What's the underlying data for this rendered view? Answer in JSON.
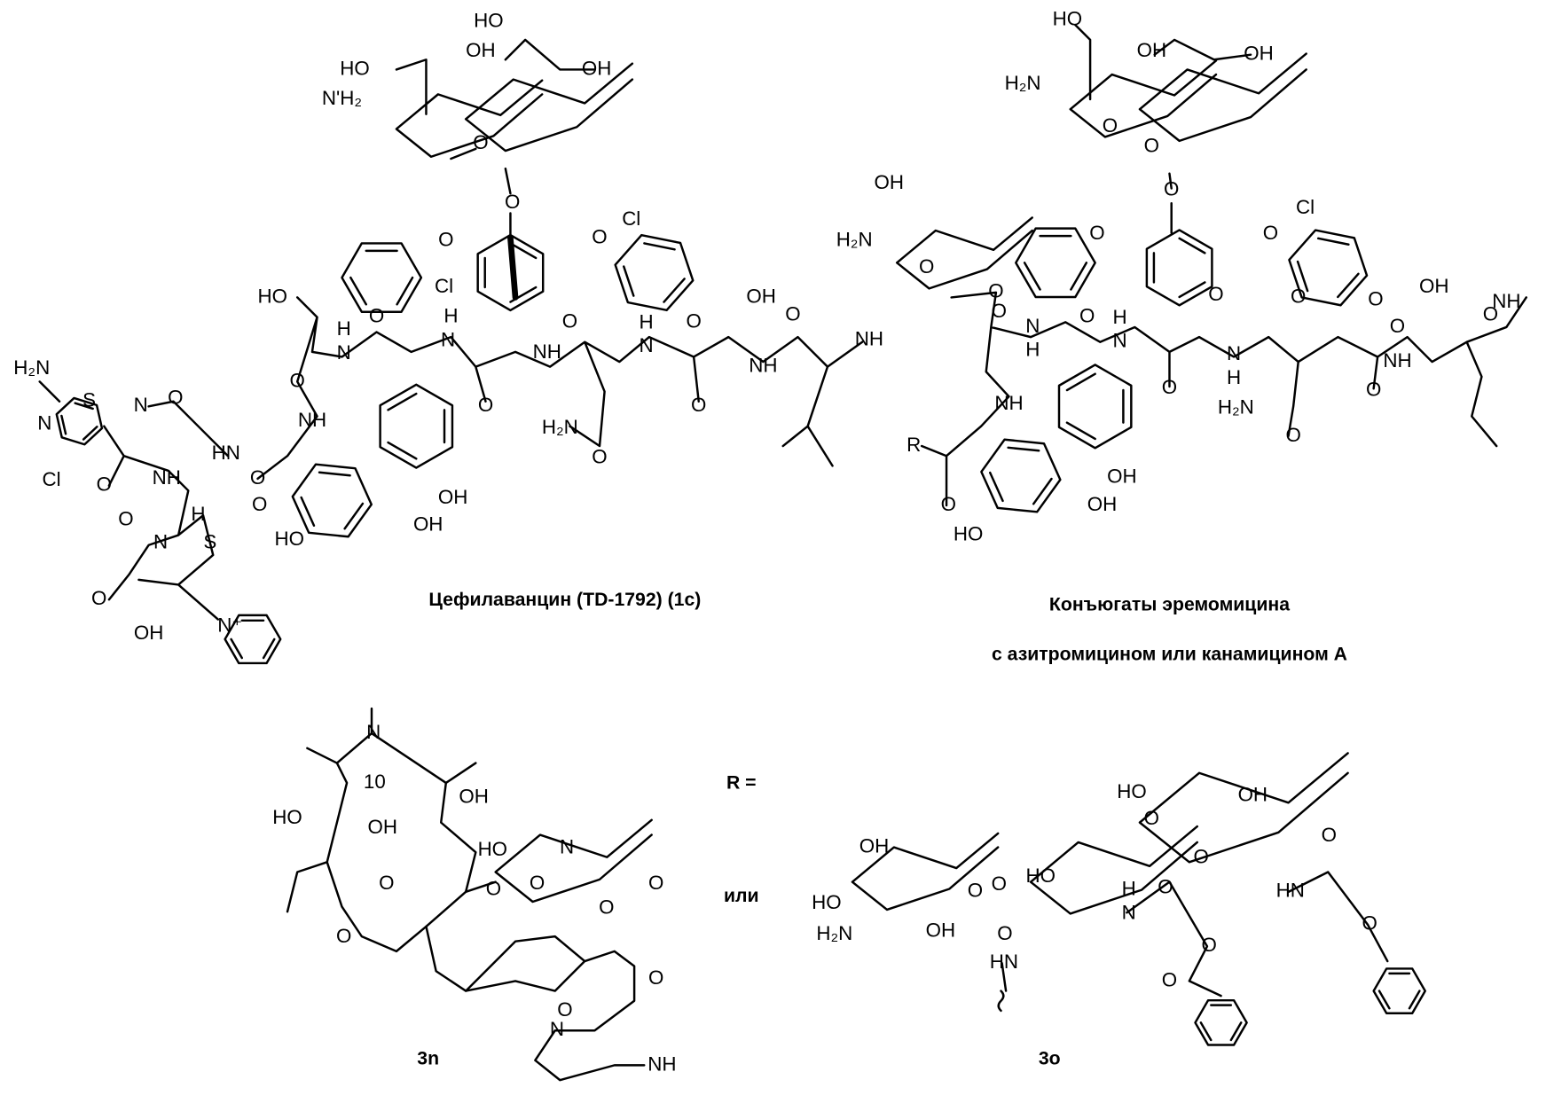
{
  "captions": {
    "compound_1c": "Цефилаванцин (TD-1792) (1c)",
    "conjugates_line1": "Конъюгаты эремомицина",
    "conjugates_line2": "с азитромицином или канамицином А",
    "r_equals": "R =",
    "or": "или",
    "compound_3n": "3n",
    "compound_3o": "3o"
  },
  "atom_labels_1c": [
    "HO",
    "N'H₂",
    "HO",
    "OH",
    "OH",
    "O",
    "O",
    "O",
    "Cl",
    "Cl",
    "HO",
    "OH",
    "O",
    "O",
    "H",
    "N",
    "H",
    "N",
    "O",
    "O",
    "O",
    "H",
    "N",
    "NH",
    "NH",
    "NH",
    "O",
    "O",
    "H₂N",
    "O",
    "NH",
    "HN",
    "H₂N",
    "S",
    "N",
    "N",
    "O",
    "Cl",
    "O",
    "NH",
    "O",
    "OH",
    "OH",
    "HO",
    "H",
    "O",
    "N",
    "S",
    "O",
    "OH",
    "N⁺",
    "O",
    "O"
  ],
  "atom_labels_conjugate": [
    "HO",
    "OH",
    "OH",
    "H₂N",
    "O",
    "O",
    "O",
    "OH",
    "H₂N",
    "O",
    "O",
    "O",
    "O",
    "Cl",
    "OH",
    "O",
    "O",
    "O",
    "O",
    "O",
    "H",
    "N",
    "H",
    "N",
    "NH",
    "NH",
    "H",
    "N",
    "NH",
    "O",
    "O",
    "H₂N",
    "O",
    "R",
    "O",
    "OH",
    "HO",
    "OH",
    "O",
    "O"
  ],
  "atom_labels_3n": [
    "N",
    "10",
    "HO",
    "OH",
    "OH",
    "HO",
    "N",
    "O",
    "O",
    "O",
    "O",
    "O",
    "O",
    "O",
    "O",
    "N",
    "NH"
  ],
  "atom_labels_3o": [
    "HO",
    "OH",
    "OH",
    "O",
    "O",
    "HO",
    "HO",
    "H₂N",
    "OH",
    "O",
    "O",
    "HN",
    "H",
    "N",
    "O",
    "O",
    "O",
    "HN",
    "O",
    "O",
    "O"
  ]
}
